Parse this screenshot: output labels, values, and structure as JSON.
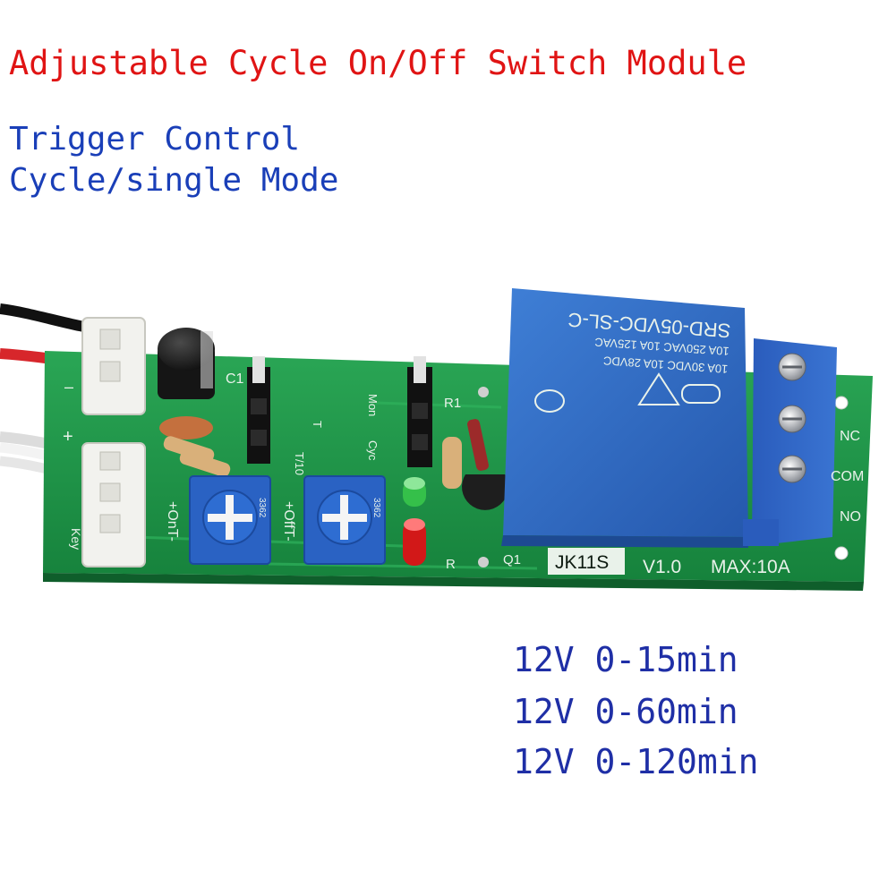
{
  "title": "Adjustable Cycle On/Off Switch Module",
  "features": [
    "Trigger Control",
    "Cycle/single Mode"
  ],
  "specs": [
    "12V 0-15min",
    "12V 0-60min",
    "12V 0-120min"
  ],
  "board": {
    "relay_line1": "SRD-05VDC-SL-C",
    "relay_line2": "10A 250VAC  10A 125VAC",
    "relay_line3": "10A 30VDC  10A 28VDC",
    "model": "JK11S",
    "version": "V1.0",
    "max_rating": "MAX:10A",
    "terminal_nc": "NC",
    "terminal_com": "COM",
    "terminal_no": "NO",
    "label_c1": "C1",
    "label_r1": "R1",
    "label_q1": "Q1",
    "label_r": "R",
    "label_mon": "Mon",
    "label_cyc": "Cyc",
    "label_t10": "T/10",
    "label_t": "T",
    "label_ont": "+OnT-",
    "label_offt": "+OffT-",
    "label_key": "Key",
    "pot_code": "3362"
  },
  "colors": {
    "title": "#e01414",
    "feature_text": "#1a3fb8",
    "spec_text": "#1f2fa6",
    "pcb": "#1f9a4a",
    "relay": "#2f6bc4",
    "terminal": "#2c5fbf"
  }
}
